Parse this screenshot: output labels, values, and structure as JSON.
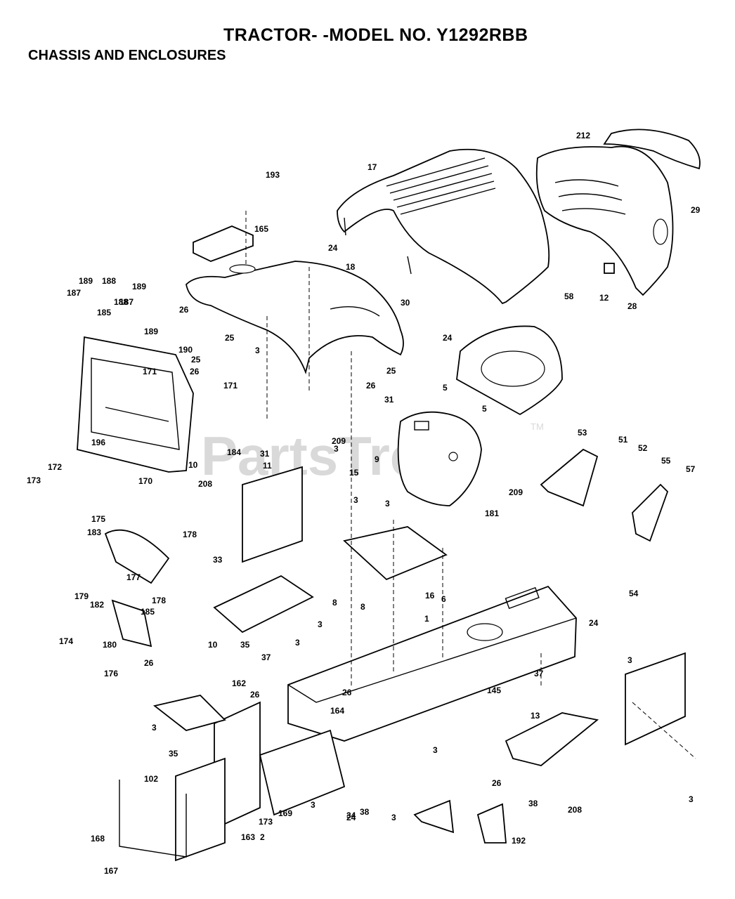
{
  "header": {
    "title": "TRACTOR- -MODEL NO. Y1292RBB",
    "subtitle": "CHASSIS AND ENCLOSURES"
  },
  "watermark": {
    "text": "PartsTree",
    "trademark": "TM"
  },
  "callouts": [
    "212",
    "17",
    "29",
    "193",
    "165",
    "24",
    "18",
    "12",
    "28",
    "189",
    "188",
    "187",
    "185",
    "189",
    "188",
    "187",
    "189",
    "26",
    "25",
    "30",
    "24",
    "58",
    "190",
    "25",
    "26",
    "171",
    "171",
    "3",
    "26",
    "25",
    "31",
    "31",
    "3",
    "209",
    "5",
    "5",
    "196",
    "172",
    "173",
    "170",
    "184",
    "10",
    "11",
    "208",
    "9",
    "15",
    "209",
    "53",
    "51",
    "52",
    "55",
    "57",
    "54",
    "175",
    "3",
    "3",
    "181",
    "178",
    "183",
    "177",
    "179",
    "182",
    "178",
    "185",
    "174",
    "180",
    "176",
    "26",
    "33",
    "10",
    "35",
    "3",
    "8",
    "8",
    "6",
    "16",
    "1",
    "24",
    "3",
    "37",
    "145",
    "37",
    "13",
    "3",
    "162",
    "26",
    "26",
    "164",
    "3",
    "35",
    "3",
    "34",
    "26",
    "208",
    "3",
    "102",
    "173",
    "169",
    "2",
    "163",
    "3",
    "24",
    "38",
    "3",
    "38",
    "192",
    "168",
    "167"
  ]
}
